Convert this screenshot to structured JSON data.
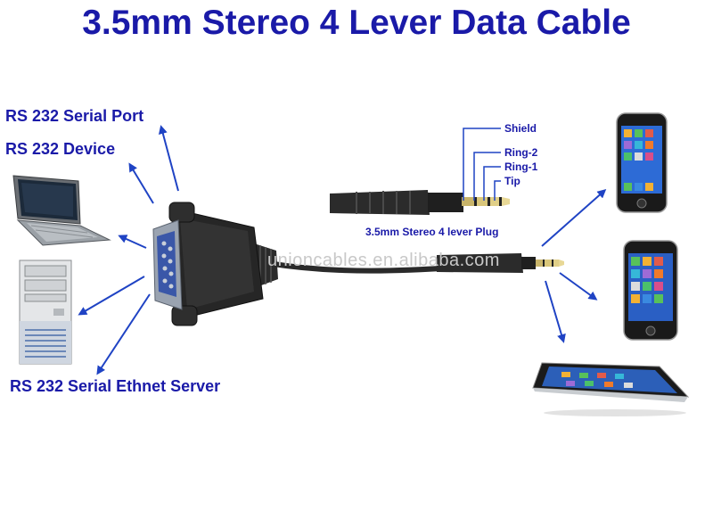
{
  "title": "3.5mm Stereo 4 Lever Data Cable",
  "labels": {
    "serial_port": "RS 232 Serial Port",
    "device": "RS 232 Device",
    "ethnet_server": "RS 232 Serial Ethnet Server"
  },
  "plug": {
    "caption": "3.5mm Stereo 4 lever Plug",
    "pins": [
      "Shield",
      "Ring-2",
      "Ring-1",
      "Tip"
    ]
  },
  "watermark": "unioncables.en.alibaba.com",
  "colors": {
    "label": "#1a1aa8",
    "arrow": "#1f43c4"
  }
}
